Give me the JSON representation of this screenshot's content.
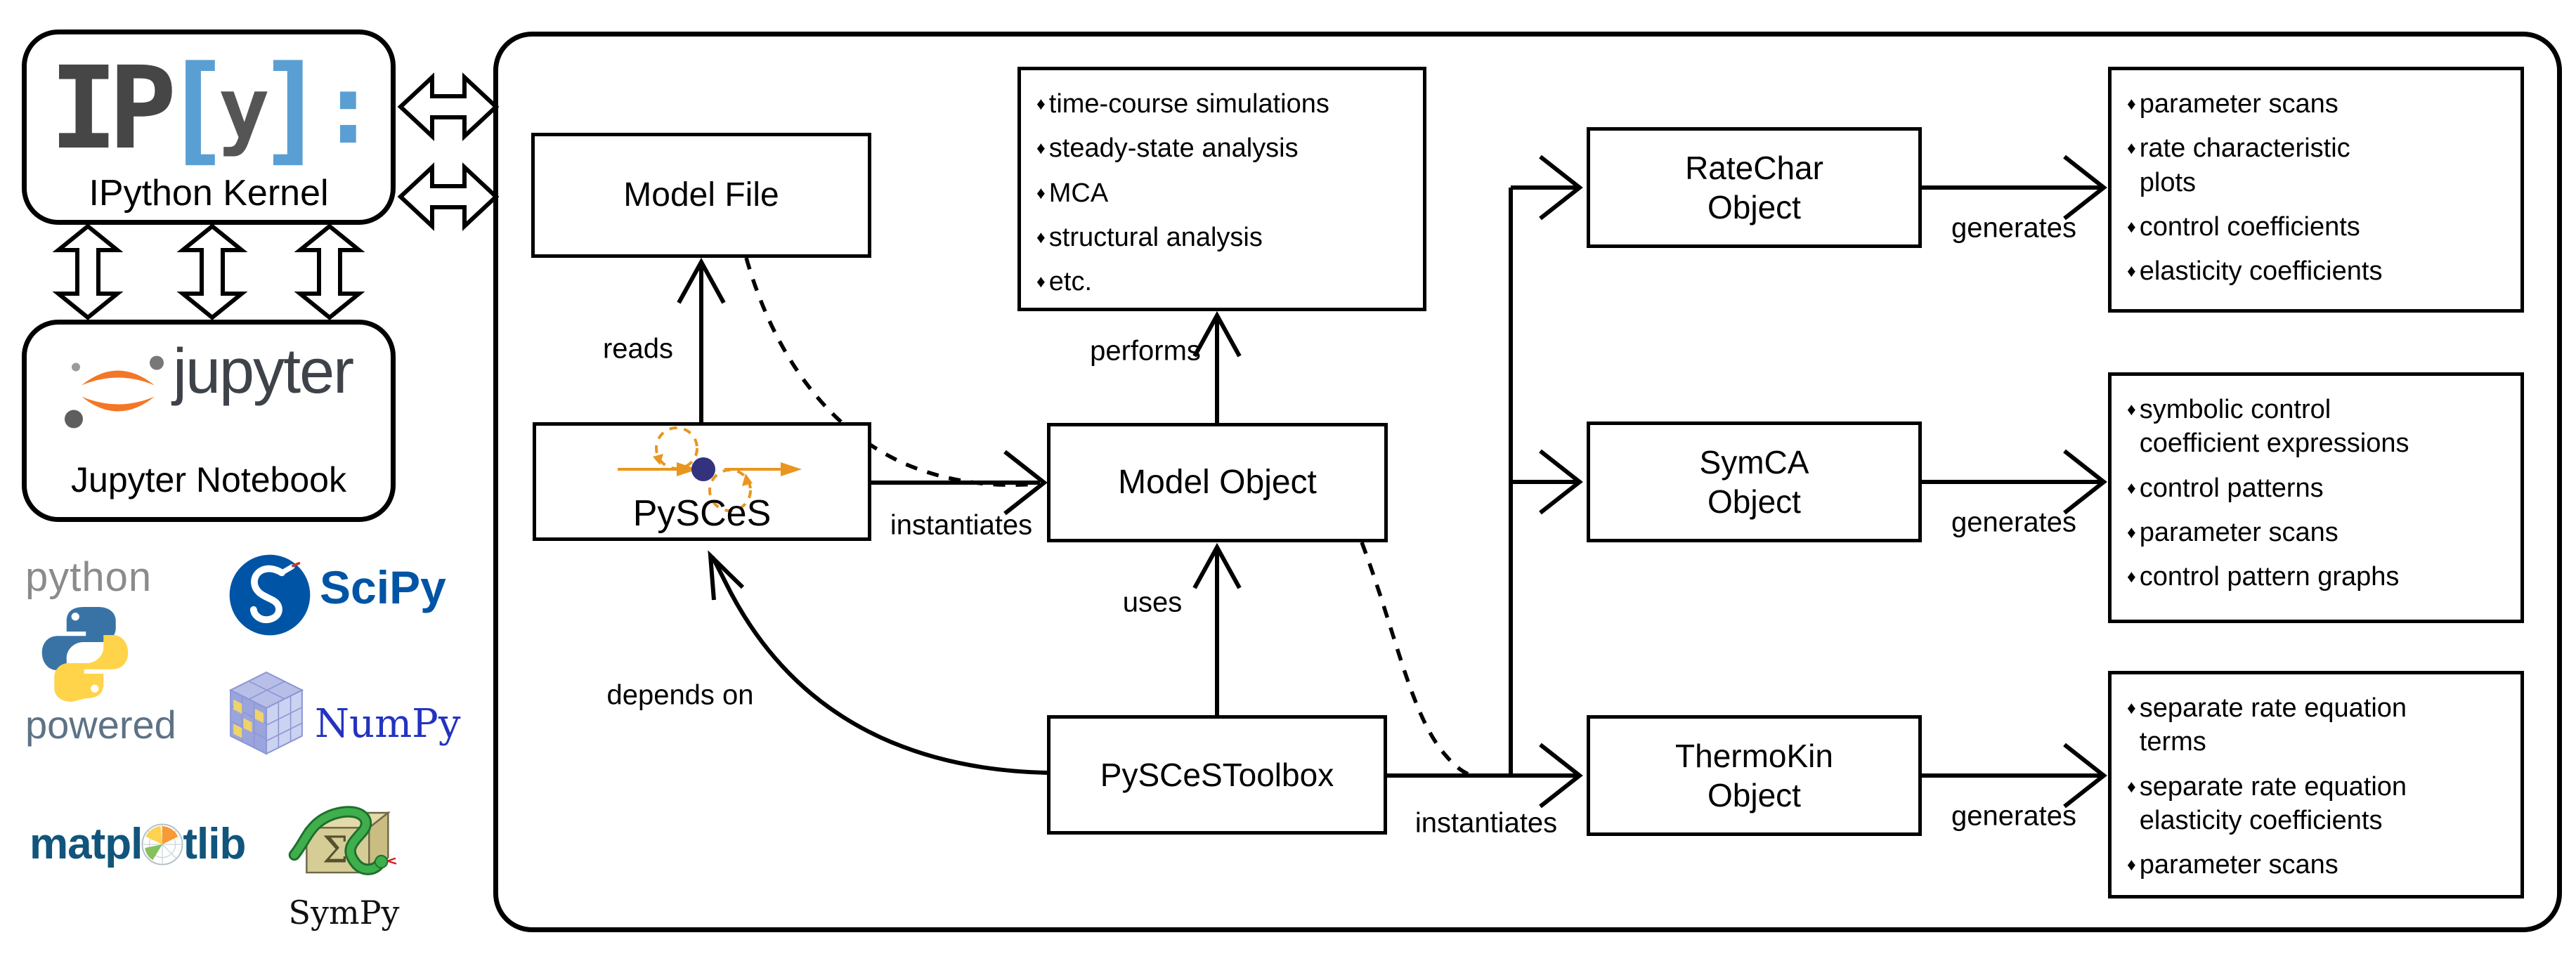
{
  "left_panel": {
    "ipython": {
      "logo_ip": "IP",
      "logo_open": "[",
      "logo_y": "y",
      "logo_close": "]",
      "logo_colon": ":",
      "label": "IPython Kernel"
    },
    "jupyter": {
      "word": "jupyter",
      "label": "Jupyter Notebook"
    },
    "python": {
      "word": "python",
      "powered": "powered"
    },
    "scipy": {
      "label": "SciPy"
    },
    "numpy": {
      "label": "NumPy"
    },
    "matplotlib": {
      "prefix": "matpl",
      "suffix": "tlib"
    },
    "sympy": {
      "label": "SymPy",
      "glyph": "Σ"
    }
  },
  "diagram": {
    "boxes": {
      "model_file": "Model File",
      "pysces": "PySCeS",
      "model_object": "Model Object",
      "pysces_toolbox": "PySCeSToolbox",
      "ratechar": "RateChar\nObject",
      "symca": "SymCA\nObject",
      "thermokin": "ThermoKin\nObject"
    },
    "edge_labels": {
      "reads": "reads",
      "performs": "performs",
      "instantiates_model": "instantiates",
      "uses": "uses",
      "depends_on": "depends on",
      "instantiates_toolbox": "instantiates",
      "generates": "generates"
    },
    "lists": {
      "model_capabilities": [
        "time-course simulations",
        "steady-state analysis",
        "MCA",
        "structural analysis",
        "etc."
      ],
      "ratechar_outputs": [
        "parameter scans",
        "rate characteristic\nplots",
        "control coefficients",
        "elasticity coefficients"
      ],
      "symca_outputs": [
        "symbolic control\ncoefficient expressions",
        "control patterns",
        "parameter scans",
        "control pattern graphs"
      ],
      "thermokin_outputs": [
        "separate rate equation\nterms",
        "separate rate equation\nelasticity coefficients",
        "parameter scans"
      ]
    },
    "bullet": "♦"
  },
  "colors": {
    "ipython_blue": "#5a9fd4",
    "ipython_gray": "#464646",
    "jupyter_orange": "#f37726",
    "jupyter_dark": "#3e4349",
    "python_gray": "#8b8b8b",
    "python_blue": "#3973a6",
    "python_yellow": "#ffd34a",
    "powered_blue": "#5d7285",
    "scipy_blue": "#0054a5",
    "numpy_blue": "#2333c0",
    "numpy_lattice": "#9aa5de",
    "numpy_yellow": "#efd36b",
    "matplotlib_teal": "#11557c",
    "sympy_green": "#3fae4c",
    "sympy_tan": "#d6cc96",
    "pysces_orange": "#e8961e",
    "pysces_navy": "#32327e"
  }
}
